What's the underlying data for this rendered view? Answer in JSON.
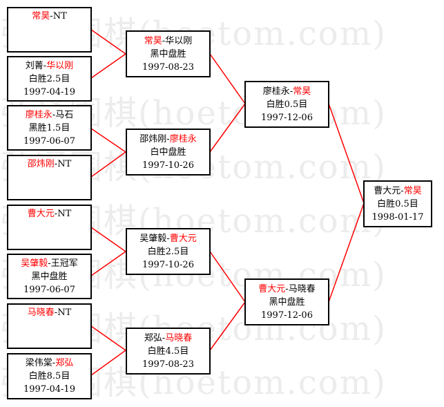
{
  "watermark": "弘通围棋(hoetom.com)",
  "colors": {
    "highlight": "#ff0000",
    "line": "#ff0000",
    "border": "#000000"
  },
  "round1": [
    {
      "a": "常昊",
      "b": "NT",
      "winner": "a",
      "result": "",
      "date": ""
    },
    {
      "a": "刘菁",
      "b": "华以刚",
      "winner": "b",
      "result": "白胜2.5目",
      "date": "1997-04-19"
    },
    {
      "a": "廖桂永",
      "b": "马石",
      "winner": "a",
      "result": "黑胜1.5目",
      "date": "1997-06-07"
    },
    {
      "a": "邵炜刚",
      "b": "NT",
      "winner": "a",
      "result": "",
      "date": ""
    },
    {
      "a": "曹大元",
      "b": "NT",
      "winner": "a",
      "result": "",
      "date": ""
    },
    {
      "a": "吴肇毅",
      "b": "王冠军",
      "winner": "a",
      "result": "黑中盘胜",
      "date": "1997-06-07"
    },
    {
      "a": "马晓春",
      "b": "NT",
      "winner": "a",
      "result": "",
      "date": ""
    },
    {
      "a": "梁伟棠",
      "b": "郑弘",
      "winner": "b",
      "result": "白胜8.5目",
      "date": "1997-04-19"
    }
  ],
  "round2": [
    {
      "a": "常昊",
      "b": "华以刚",
      "winner": "a",
      "result": "黑中盘胜",
      "date": "1997-08-23"
    },
    {
      "a": "邵炜刚",
      "b": "廖桂永",
      "winner": "b",
      "result": "白中盘胜",
      "date": "1997-10-26"
    },
    {
      "a": "吴肇毅",
      "b": "曹大元",
      "winner": "b",
      "result": "白胜2.5目",
      "date": "1997-10-26"
    },
    {
      "a": "郑弘",
      "b": "马晓春",
      "winner": "b",
      "result": "白胜4.5目",
      "date": "1997-08-23"
    }
  ],
  "round3": [
    {
      "a": "廖桂永",
      "b": "常昊",
      "winner": "b",
      "result": "白胜0.5目",
      "date": "1997-12-06"
    },
    {
      "a": "曹大元",
      "b": "马晓春",
      "winner": "a",
      "result": "黑中盘胜",
      "date": "1997-12-06"
    }
  ],
  "final": [
    {
      "a": "曹大元",
      "b": "常昊",
      "winner": "b",
      "result": "白胜0.5目",
      "date": "1998-01-17"
    }
  ]
}
